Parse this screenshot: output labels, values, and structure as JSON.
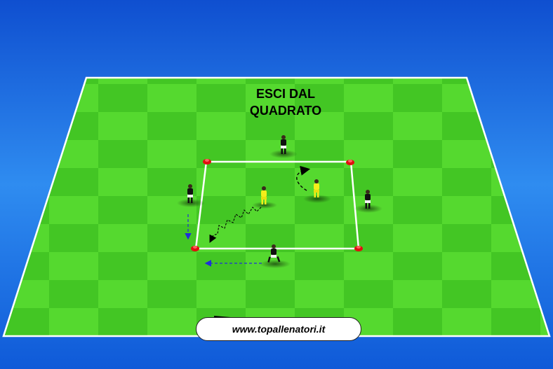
{
  "diagram": {
    "title_line1": "ESCI DAL",
    "title_line2": "QUADRATO",
    "website": "www.topallenatori.it"
  },
  "colors": {
    "background": "#2f8cf0",
    "pitch_light": "#4fd62c",
    "pitch_dark": "#37b81e",
    "pitch_line": "#ffffff",
    "cone": "#e01010",
    "team_yellow": "#f2ee1a",
    "team_black": "#111111",
    "pass_arrow": "#1f2fd8",
    "dribble_arrow": "#000000"
  },
  "players": [
    {
      "team": "black",
      "name": "player-top"
    },
    {
      "team": "black",
      "name": "player-left"
    },
    {
      "team": "black",
      "name": "player-right"
    },
    {
      "team": "black",
      "name": "player-bottom"
    },
    {
      "team": "yellow",
      "name": "player-yellow-left"
    },
    {
      "team": "yellow",
      "name": "player-yellow-right"
    }
  ]
}
